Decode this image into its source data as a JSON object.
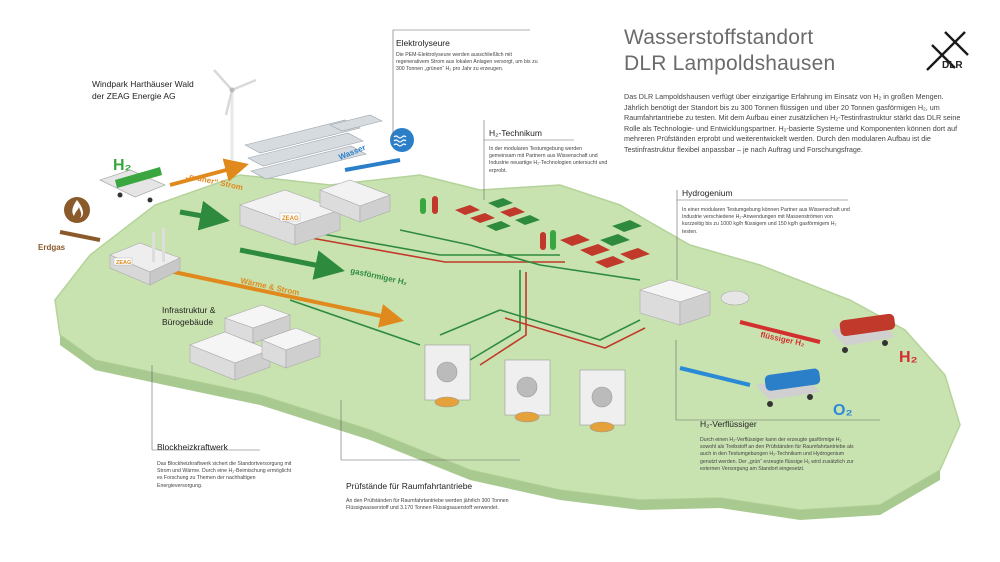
{
  "header": {
    "title_line1": "Wasserstoffstandort",
    "title_line2": "DLR Lampoldshausen",
    "intro": "Das DLR Lampoldshausen verfügt über einzigartige Erfahrung im Einsatz von H₂ in großen Mengen. Jährlich benötigt der Standort bis zu 300 Tonnen flüssigen und über 20 Tonnen gasförmigen H₂, um Raumfahrtantriebe zu testen. Mit dem Aufbau einer zusätzlichen H₂-Testinfrastruktur stärkt das DLR seine Rolle als Technologie- und Entwicklungspartner. H₂-basierte Systeme und Komponenten können dort auf mehreren Prüfständen erprobt und weiterentwickelt werden. Durch den modularen Aufbau ist die Testinfrastruktur flexibel anpassbar – je nach Auftrag und Forschungsfrage."
  },
  "logo": {
    "text": "DLR",
    "color": "#1a1a1a"
  },
  "labels": {
    "windpark_line1": "Windpark Harthäuser Wald",
    "windpark_line2": "der ZEAG Energie AG",
    "elektrolyseure_title": "Elektrolyseure",
    "elektrolyseure_text": "Die PEM-Elektrolyseure werden ausschließlich mit regenerativem Strom aus lokalen Anlagen versorgt, um bis zu 300 Tonnen „grünen“ H₂ pro Jahr zu erzeugen.",
    "h2technikum_title": "H₂-Technikum",
    "h2technikum_text": "In der modularen Testumgebung werden gemeinsam mit Partnern aus Wissenschaft und Industrie neuartige H₂-Technologien untersucht und erprobt.",
    "hydrogenium_title": "Hydrogenium",
    "hydrogenium_text": "In einer modularen Testumgebung können Partner aus Wissenschaft und Industrie verschiedene H₂-Anwendungen mit Massenströmen von kurzzeitig bis zu 1000 kg/h flüssigem und 150 kg/h gasförmigem H₂ testen.",
    "infrastruktur_line1": "Infrastruktur &",
    "infrastruktur_line2": "Bürogebäude",
    "bhkw_title": "Blockheizkraftwerk",
    "bhkw_text": "Das Blockheizkraftwerk sichert die Standortversorgung mit Strom und Wärme. Durch eine H₂-Beimischung ermöglicht es Forschung zu Themen der nachhaltigen Energieversorgung.",
    "pruefstaende_title": "Prüfstände für Raumfahrtantriebe",
    "pruefstaende_text": "An den Prüfständen für Raumfahrtantriebe werden jährlich 300 Tonnen Flüssigwasserstoff und 3.170 Tonnen Flüssigsauerstoff verwendet.",
    "verfluessiger_title": "H₂-Verflüssiger",
    "verfluessiger_text": "Durch einen H₂-Verflüssiger kann der erzeugte gasförmige H₂ sowohl als Treibstoff an den Prüfständen für Raumfahrtantriebe als auch in den Testumgebungen H₂-Technikum und Hydrogenium genutzt werden. Der „grün“ erzeugte flüssige H₂ wird zusätzlich zur externen Versorgung am Standort eingesetzt."
  },
  "flows": {
    "gruener_strom": "„grüner“ Strom",
    "wasser": "Wasser",
    "erdgas": "Erdgas",
    "waerme_strom": "Wärme & Strom",
    "gasfoermiger_h2": "gasförmiger H₂",
    "fluessiger_h2": "flüssiger H₂",
    "h2_symbol": "H₂",
    "o2_symbol": "O₂"
  },
  "badges": {
    "zeag": "ZEAG"
  },
  "colors": {
    "ground": "#c9e3b0",
    "green_pipe": "#2e8b3e",
    "red_pipe": "#c0392b",
    "orange": "#e08a1e",
    "blue": "#2b7fc9",
    "h2_green": "#3aa640",
    "h2_red": "#d32f2f",
    "o2_blue": "#2b8ad6",
    "gas_brown": "#8a5a2b"
  },
  "icons": [
    "wind-turbine-icon",
    "solar-panel-icon",
    "water-icon",
    "flame-icon",
    "dlr-logo-icon"
  ]
}
